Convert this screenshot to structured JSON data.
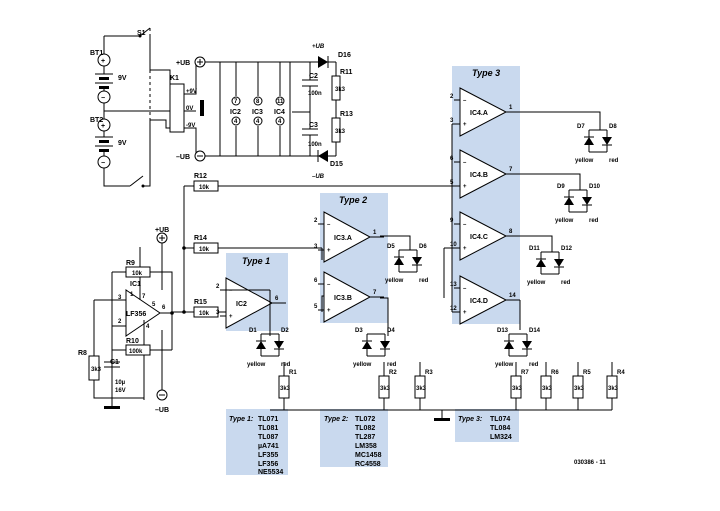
{
  "sources": {
    "switch": "S1",
    "bt1": "BT1",
    "bt2": "BT2",
    "bt_volt": "9V",
    "plus": "+",
    "minus": "−"
  },
  "connector": {
    "name": "K1",
    "pins": [
      "+9V",
      "0V",
      "-9V"
    ]
  },
  "supply": {
    "plus_ub": "+UB",
    "minus_ub": "–UB",
    "plus_ub_i": "+UB",
    "minus_ub_i": "–UB"
  },
  "ics": [
    "IC2",
    "IC3",
    "IC4"
  ],
  "ic_pins": {
    "ic2": [
      "7",
      "4"
    ],
    "ic3": [
      "8",
      "4"
    ],
    "ic4": [
      "11",
      "4"
    ]
  },
  "parts": {
    "c2": "C2",
    "c2v": "100n",
    "c3": "C3",
    "c3v": "100n",
    "d16": "D16",
    "d15": "D15",
    "r11": "R11",
    "r11v": "3k3",
    "r13": "R13",
    "r13v": "3k3",
    "r12": "R12",
    "r12v": "10k",
    "r14": "R14",
    "r14v": "10k",
    "r15": "R15",
    "r15v": "10k",
    "r9": "R9",
    "r9v": "10k",
    "r10": "R10",
    "r10v": "100k",
    "r8": "R8",
    "r8v": "3k3",
    "c1": "C1",
    "c1v1": "10µ",
    "c1v2": "16V",
    "ic1": "IC1",
    "ic1_type": "LF356"
  },
  "ic1_pins": [
    "3",
    "2",
    "1",
    "7",
    "5",
    "6",
    "4"
  ],
  "type_titles": [
    "Type 1",
    "Type 2",
    "Type 3"
  ],
  "opamps": {
    "ic2": "IC2",
    "ic3a": "IC3.A",
    "ic3b": "IC3.B",
    "ic4a": "IC4.A",
    "ic4b": "IC4.B",
    "ic4c": "IC4.C",
    "ic4d": "IC4.D"
  },
  "opamp_pins": {
    "ic2": [
      "2",
      "3",
      "6"
    ],
    "ic3a": [
      "2",
      "3",
      "1"
    ],
    "ic3b": [
      "6",
      "5",
      "7"
    ],
    "ic4a": [
      "2",
      "3",
      "1"
    ],
    "ic4b": [
      "6",
      "5",
      "7"
    ],
    "ic4c": [
      "9",
      "10",
      "8"
    ],
    "ic4d": [
      "13",
      "12",
      "14"
    ]
  },
  "leds": {
    "d1": "D1",
    "d2": "D2",
    "d3": "D3",
    "d4": "D4",
    "d5": "D5",
    "d6": "D6",
    "d7": "D7",
    "d8": "D8",
    "d9": "D9",
    "d10": "D10",
    "d11": "D11",
    "d12": "D12",
    "d13": "D13",
    "d14": "D14",
    "yellow": "yellow",
    "red": "red"
  },
  "bottom_resistors": {
    "r1": "R1",
    "r2": "R2",
    "r3": "R3",
    "r4": "R4",
    "r5": "R5",
    "r6": "R6",
    "r7": "R7",
    "value": "3k3"
  },
  "type_lists": {
    "type1": {
      "label": "Type 1:",
      "parts": [
        "TL071",
        "TL081",
        "TL087",
        "µA741",
        "LF355",
        "LF356",
        "NE5534"
      ]
    },
    "type2": {
      "label": "Type 2:",
      "parts": [
        "TL072",
        "TL082",
        "TL287",
        "LM358",
        "MC1458",
        "RC4558"
      ]
    },
    "type3": {
      "label": "Type 3:",
      "parts": [
        "TL074",
        "TL084",
        "LM324"
      ]
    }
  },
  "figure_id": "030386 - 11"
}
